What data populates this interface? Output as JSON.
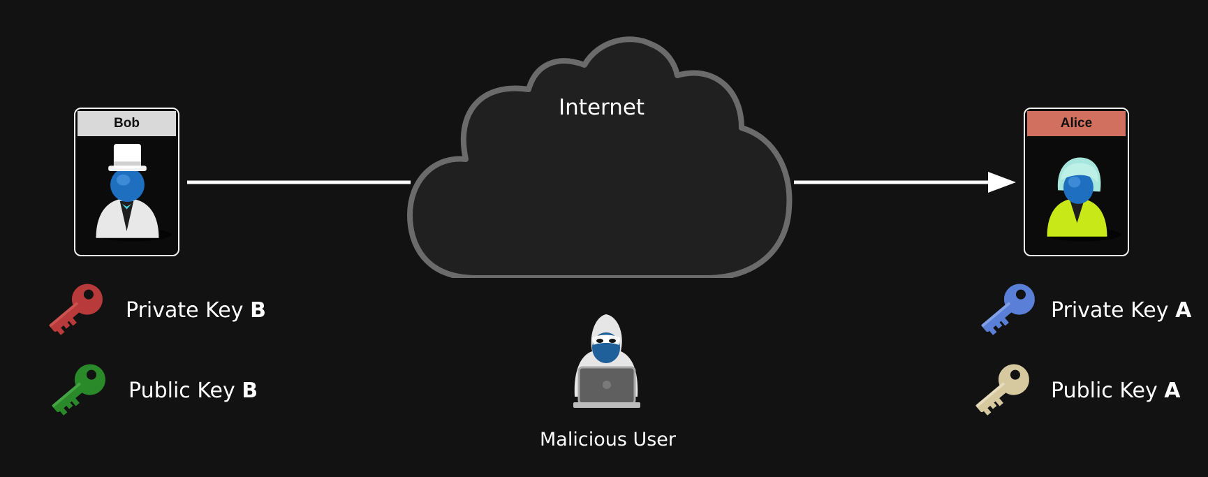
{
  "cloud": {
    "label": "Internet",
    "fill": "#202020",
    "stroke": "#6b6b6b"
  },
  "bob": {
    "name": "Bob",
    "header_color": "#d9d9d9",
    "keys": [
      {
        "label_prefix": "Private Key ",
        "label_letter": "B",
        "color": "#b83a3a",
        "icon": "key-icon"
      },
      {
        "label_prefix": "Public Key ",
        "label_letter": "B",
        "color": "#2a8a2a",
        "icon": "key-icon"
      }
    ]
  },
  "alice": {
    "name": "Alice",
    "header_color": "#d1705e",
    "keys": [
      {
        "label_prefix": "Private Key ",
        "label_letter": "A",
        "color": "#5a7fd6",
        "icon": "key-icon"
      },
      {
        "label_prefix": "Public Key ",
        "label_letter": "A",
        "color": "#d6c9a0",
        "icon": "key-icon"
      }
    ]
  },
  "malicious_user": {
    "label": "Malicious User",
    "icon": "hacker-icon"
  },
  "connections": [
    {
      "from": "bob",
      "to": "internet",
      "arrow": false
    },
    {
      "from": "internet",
      "to": "alice",
      "arrow": true
    }
  ]
}
